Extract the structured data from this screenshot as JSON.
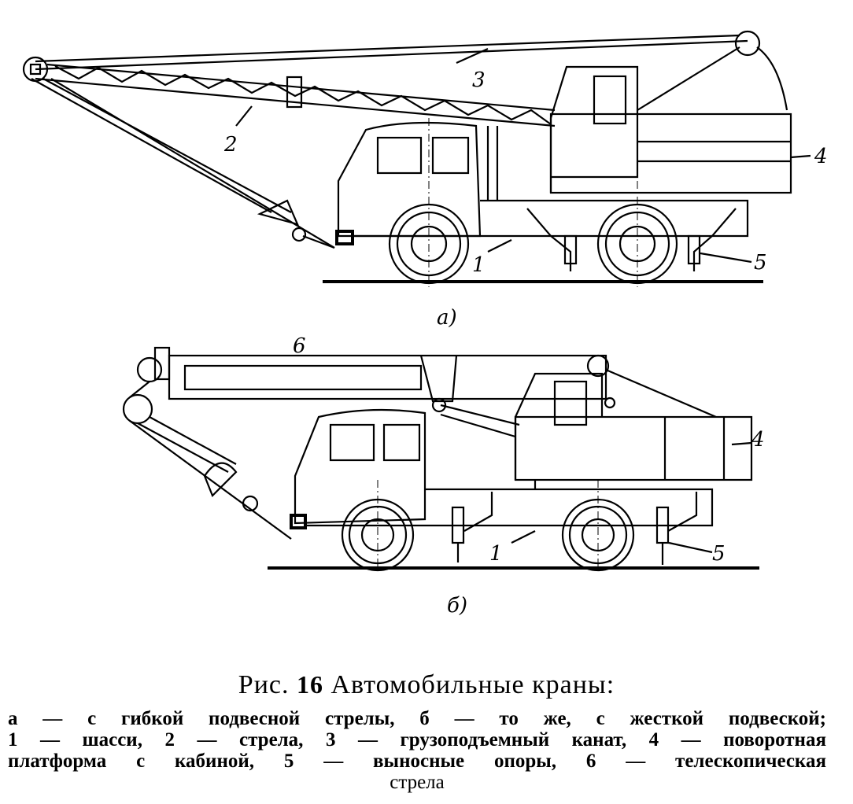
{
  "figure": {
    "labels_a": {
      "rope": "3",
      "boom": "2",
      "platform": "4",
      "chassis": "1",
      "outriggers": "5",
      "subfig": "а)"
    },
    "labels_b": {
      "telescopic_boom": "6",
      "platform": "4",
      "chassis": "1",
      "outriggers": "5",
      "subfig": "б)"
    }
  },
  "caption": {
    "prefix": "Рис.",
    "number": "16",
    "title": "Автомобильные краны:",
    "lines": [
      "а — с гибкой подвесной стрелы, б — то же, с жесткой подвеской;",
      "1 — шасси, 2 — стрела, 3 — грузоподъемный канат, 4 — поворотная",
      "платформа с кабиной, 5 — выносные опоры, 6 — телескопическая",
      "стрела"
    ]
  }
}
